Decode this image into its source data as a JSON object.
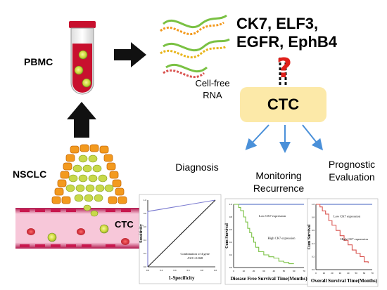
{
  "inputs": {
    "source": "PBMC",
    "product": "Cell-free RNA"
  },
  "genes": {
    "line1": "CK7, ELF3,",
    "line2": "EGFR, EphB4"
  },
  "center": {
    "label": "CTC"
  },
  "disease": {
    "label": "NSCLC",
    "cell_label": "CTC"
  },
  "applications": {
    "diagnosis": "Diagnosis",
    "monitoring_line1": "Monitoring",
    "monitoring_line2": "Recurrence",
    "prognostic_line1": "Prognostic",
    "prognostic_line2": "Evaluation"
  },
  "colors": {
    "blood": "#c8102e",
    "arrow_blue": "#4a90d9",
    "ctc_box": "#fce9a8",
    "question": "#e0201b",
    "tumor_orange": "#f39a1e",
    "tumor_green": "#c8d94a",
    "curve_green": "#7ac143",
    "curve_red": "#d9534f",
    "curve_blue": "#3f5fbf"
  },
  "chart_data": [
    {
      "type": "line",
      "title": "",
      "xlabel": "1-Specificity",
      "ylabel": "Sensitivity",
      "annotation": [
        "Combination of 4 gene",
        "AUC=0.848"
      ],
      "xticks": [
        "0.0",
        "0.2",
        "0.4",
        "0.6",
        "0.8",
        "1.0"
      ],
      "yticks": [
        "0.0",
        "0.2",
        "0.4",
        "0.6",
        "0.8",
        "1.0"
      ],
      "xlim": [
        0,
        1
      ],
      "ylim": [
        0,
        1
      ],
      "series": [
        {
          "x": [
            0,
            0,
            1
          ],
          "y": [
            0,
            0.83,
            1
          ],
          "color": "#7b7bd0"
        },
        {
          "x": [
            0,
            1
          ],
          "y": [
            0,
            1
          ],
          "color": "#222222"
        }
      ]
    },
    {
      "type": "line",
      "xlabel": "Disease Free Survival Time(Months)",
      "ylabel": "Cum Survival",
      "xticks": [
        "0",
        "10",
        "20",
        "30",
        "40",
        "50",
        "60",
        "70"
      ],
      "yticks": [
        "0.0",
        "0.2",
        "0.4",
        "0.6",
        "0.8",
        "1.0"
      ],
      "xlim": [
        0,
        70
      ],
      "ylim": [
        0,
        1
      ],
      "annotations": [
        "Low CK7 expression",
        "High CK7 expression"
      ],
      "series": [
        {
          "x": [
            0,
            70
          ],
          "y": [
            1,
            1
          ],
          "color": "#3f5fbf"
        },
        {
          "x": [
            0,
            5,
            7,
            10,
            12,
            14,
            16,
            18,
            20,
            22,
            25,
            30,
            35,
            40,
            45,
            50,
            55,
            60
          ],
          "y": [
            1,
            0.95,
            0.9,
            0.8,
            0.72,
            0.62,
            0.55,
            0.48,
            0.4,
            0.32,
            0.25,
            0.2,
            0.17,
            0.15,
            0.1,
            0.08,
            0.06,
            0.06
          ],
          "color": "#7ac143"
        }
      ]
    },
    {
      "type": "line",
      "xlabel": "Overall Survival Time(Months)",
      "ylabel": "Cum Survival",
      "xticks": [
        "0",
        "10",
        "20",
        "30",
        "40",
        "50",
        "60",
        "70"
      ],
      "yticks": [
        "0.0",
        "0.2",
        "0.4",
        "0.6",
        "0.8",
        "1.0"
      ],
      "xlim": [
        0,
        70
      ],
      "ylim": [
        0,
        1
      ],
      "annotations": [
        "Low CK7 expression",
        "High CK7 expression"
      ],
      "series": [
        {
          "x": [
            0,
            70
          ],
          "y": [
            1,
            1
          ],
          "color": "#3f5fbf"
        },
        {
          "x": [
            0,
            5,
            8,
            12,
            16,
            20,
            25,
            30,
            35,
            40,
            45,
            50,
            55,
            60,
            65
          ],
          "y": [
            1,
            0.96,
            0.9,
            0.85,
            0.75,
            0.68,
            0.6,
            0.52,
            0.45,
            0.38,
            0.3,
            0.25,
            0.2,
            0.12,
            0.1
          ],
          "color": "#d9534f"
        }
      ]
    }
  ]
}
